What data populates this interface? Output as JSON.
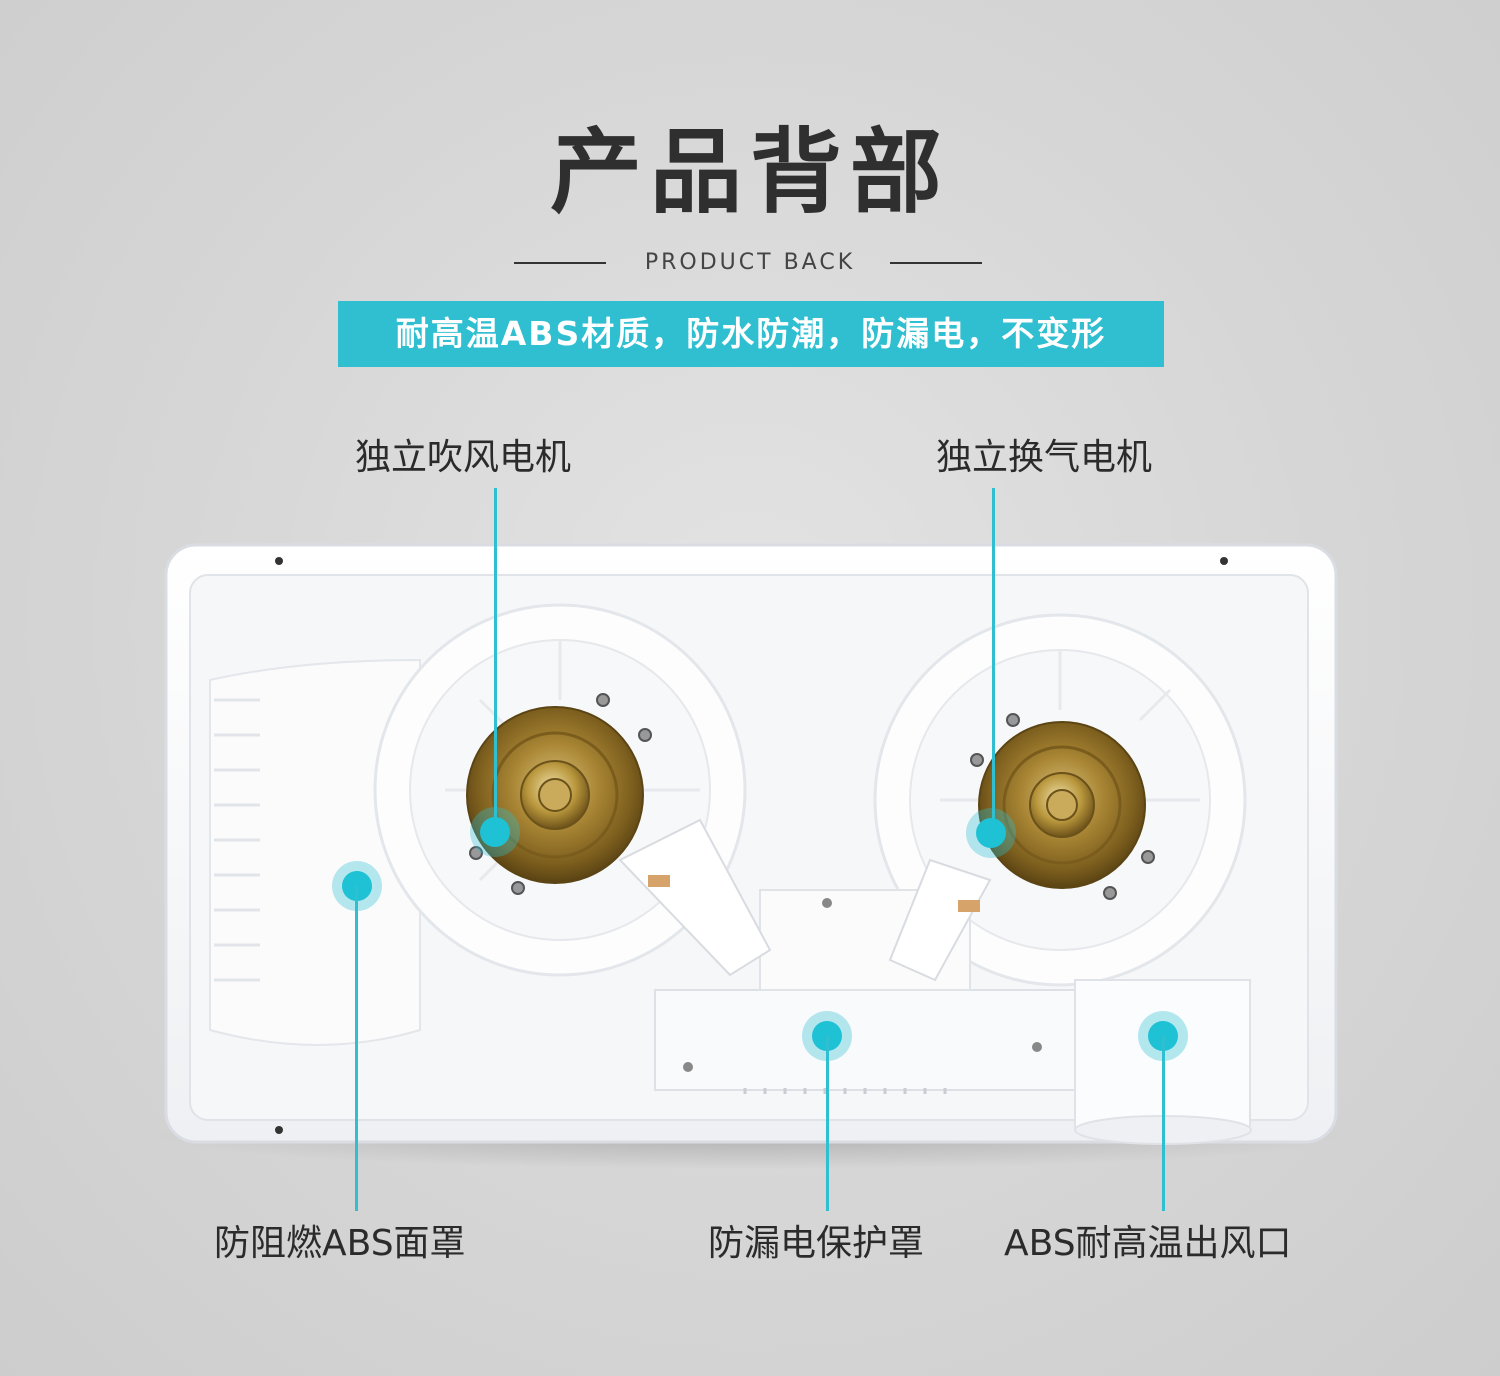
{
  "header": {
    "title": "产品背部",
    "subtitle": "PRODUCT BACK",
    "banner": "耐高温ABS材质，防水防潮，防漏电，不变形"
  },
  "callouts": {
    "blow_motor": "独立吹风电机",
    "vent_motor": "独立换气电机",
    "abs_cover": "防阻燃ABS面罩",
    "leak_guard": "防漏电保护罩",
    "air_outlet": "ABS耐高温出风口"
  },
  "colors": {
    "accent": "#2fbfd0",
    "title_text": "#2f2f2f",
    "background": "#d6d6d6",
    "motor_gold": "#b8963c"
  }
}
